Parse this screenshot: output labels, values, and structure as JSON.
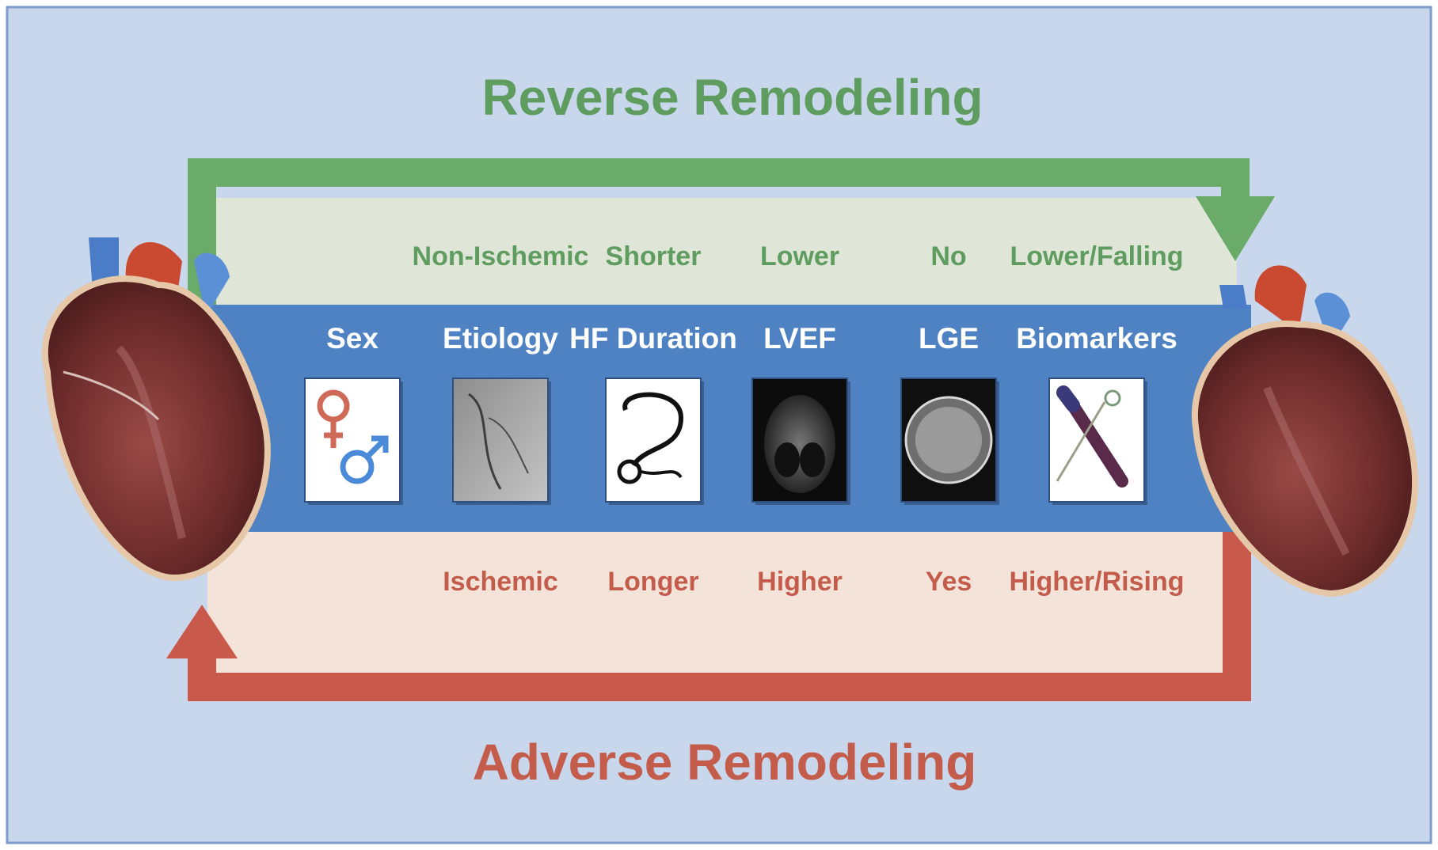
{
  "colors": {
    "background": "#c9d7ec",
    "reverse": "#6aab6a",
    "adverse": "#c9594a",
    "band": "#4f82c3",
    "reverse_panel": "#dfe6d8",
    "adverse_panel": "#f4e3d9",
    "reverse_text": "#5f9c5f",
    "adverse_text": "#c45c4c"
  },
  "title_reverse": "Reverse Remodeling",
  "title_adverse": "Adverse Remodeling",
  "factors": [
    {
      "label": "Sex",
      "reverse": "",
      "adverse": "",
      "icon": "sex-symbols-icon"
    },
    {
      "label": "Etiology",
      "reverse": "Non-Ischemic",
      "adverse": "Ischemic",
      "icon": "angiogram-icon"
    },
    {
      "label": "HF Duration",
      "reverse": "Shorter",
      "adverse": "Longer",
      "icon": "stethoscope-icon"
    },
    {
      "label": "LVEF",
      "reverse": "Lower",
      "adverse": "Higher",
      "icon": "echocardiogram-icon"
    },
    {
      "label": "LGE",
      "reverse": "No",
      "adverse": "Yes",
      "icon": "cardiac-mri-icon"
    },
    {
      "label": "Biomarkers",
      "reverse": "Lower/Falling",
      "adverse": "Higher/Rising",
      "icon": "blood-tube-icon"
    }
  ]
}
